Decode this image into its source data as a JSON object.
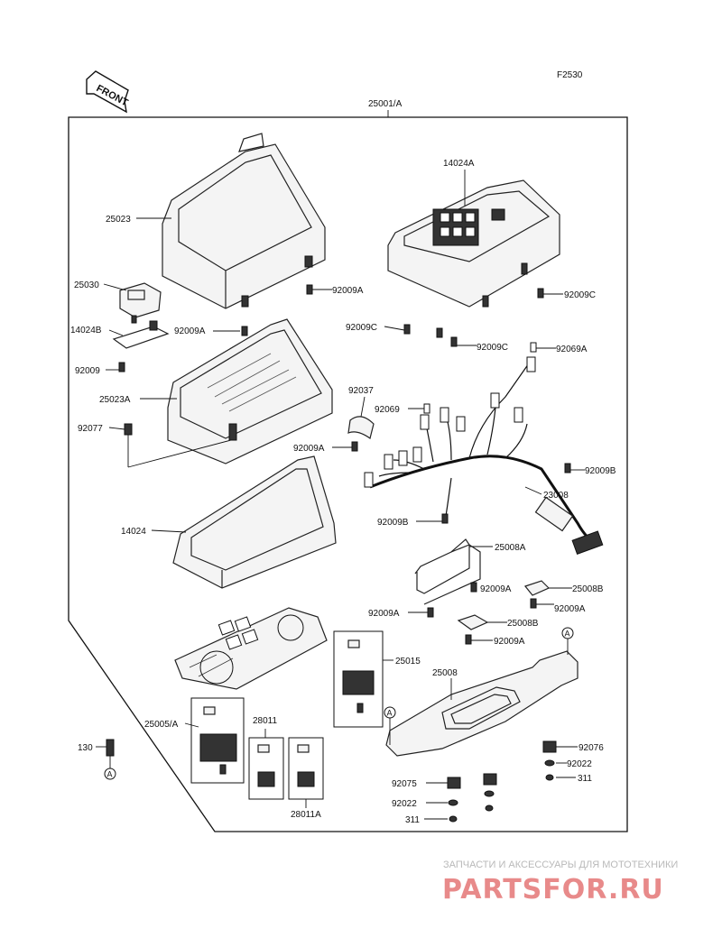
{
  "figure_code": "F2530",
  "front_arrow": "FRONT",
  "assembly": "25001/A",
  "labels": {
    "l25023": "25023",
    "l14024A": "14024A",
    "l25030": "25030",
    "l92009A_1": "92009A",
    "l92009C_1": "92009C",
    "l14024B": "14024B",
    "l92009A_2": "92009A",
    "l92009C_2": "92009C",
    "l92009C_3": "92009C",
    "l92069A_1": "92069A",
    "l92009": "92009",
    "l25023A": "25023A",
    "l92037": "92037",
    "l92069": "92069",
    "l92077": "92077",
    "l92009A_3": "92009A",
    "l92009B_1": "92009B",
    "l23008": "23008",
    "l92009B_2": "92009B",
    "l14024": "14024",
    "l25008A": "25008A",
    "l92009A_4": "92009A",
    "l25008B_1": "25008B",
    "l92009A_5": "92009A",
    "l92009A_6": "92009A",
    "l25008B_2": "25008B",
    "l92009A_7": "92009A",
    "l25015": "25015",
    "l25008": "25008",
    "l25005A": "25005/A",
    "l28011": "28011",
    "l130": "130",
    "l92076": "92076",
    "l92022_1": "92022",
    "l311_1": "311",
    "l92075": "92075",
    "l92022_2": "92022",
    "l311_2": "311",
    "l28011A": "28011A",
    "refA_1": "A",
    "refA_2": "A",
    "refA_3": "A"
  },
  "watermark": {
    "line1": "ЗАПЧАСТИ И АКСЕССУАРЫ ДЛЯ МОТОТЕХНИКИ",
    "line2": "PARTSFOR.RU"
  }
}
